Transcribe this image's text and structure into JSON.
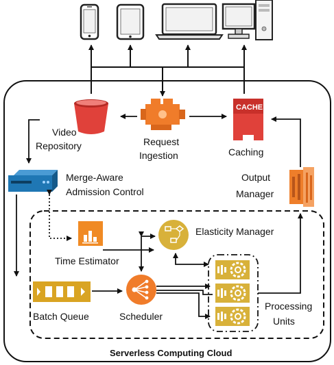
{
  "labels": {
    "video_repository": [
      "Video",
      "Repository"
    ],
    "request_ingestion": [
      "Request",
      "Ingestion"
    ],
    "caching": "Caching",
    "cache_icon_text": "CACHE",
    "admission_control": [
      "Merge-Aware",
      "Admission Control"
    ],
    "output_manager": [
      "Output",
      "Manager"
    ],
    "time_estimator": "Time Estimator",
    "elasticity_manager": "Elasticity Manager",
    "batch_queue": "Batch Queue",
    "scheduler": "Scheduler",
    "processing_units": [
      "Processing",
      "Units"
    ],
    "cloud_title": "Serverless Computing Cloud"
  },
  "colors": {
    "storage_red": "#e0413a",
    "ingestion_orange": "#f07c2a",
    "admission_blue": "#1f77b4",
    "analytics_orange": "#f08a24",
    "elasticity_gold": "#d8b13a",
    "output_orange": "#ee7e2a",
    "queue_gold": "#d9a423",
    "scheduler_orange": "#f07c2a",
    "processing_gold": "#d8b13a"
  },
  "icons": {
    "device_1": "smartphone-icon",
    "device_2": "tablet-icon",
    "device_3": "laptop-icon",
    "device_4": "desktop-computer-icon"
  }
}
